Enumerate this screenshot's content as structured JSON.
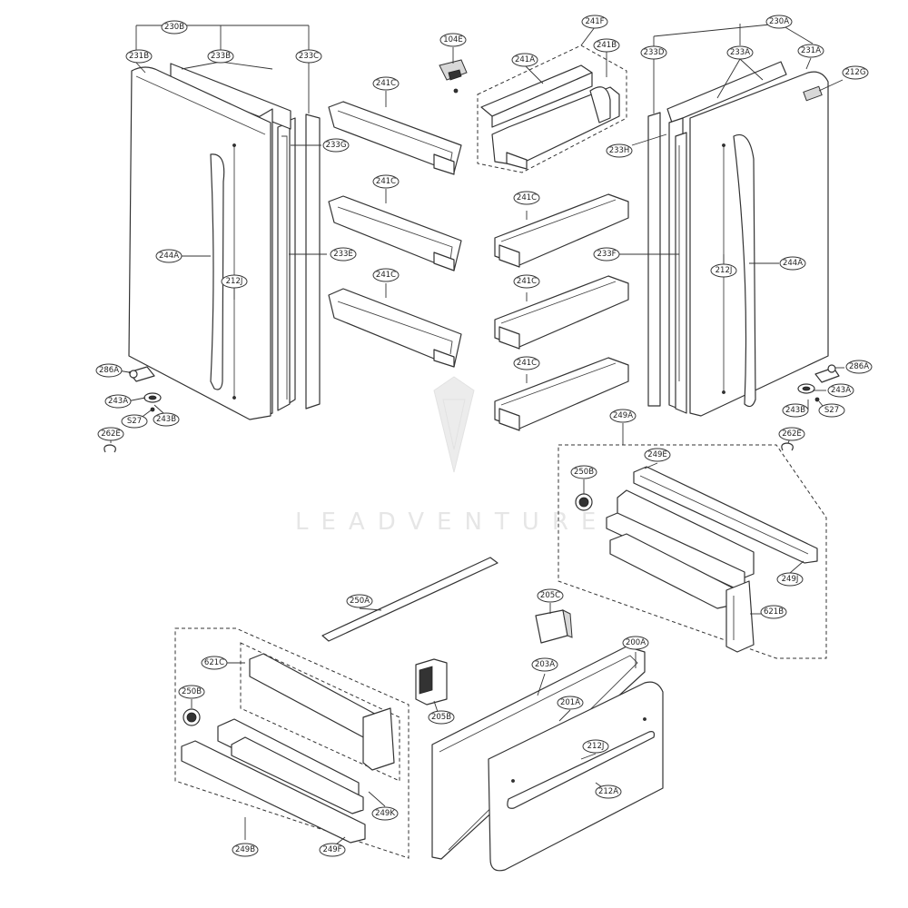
{
  "diagram": {
    "watermark_text": "LEADVENTURE",
    "colors": {
      "line": "#333333",
      "fill": "#ffffff",
      "watermark": "#e6e6e6"
    },
    "callouts": [
      "230B",
      "231B",
      "233B",
      "233C",
      "233G",
      "233E",
      "244A",
      "212J",
      "286A",
      "243A",
      "S27",
      "243B",
      "262E",
      "241C",
      "104E",
      "241F",
      "241A",
      "241B",
      "233H",
      "233D",
      "233A",
      "230A",
      "231A",
      "212G",
      "233F",
      "249A",
      "249E",
      "250B",
      "249J",
      "621B",
      "250A",
      "205C",
      "200A",
      "203A",
      "201A",
      "212A",
      "205B",
      "621C",
      "249K",
      "249F",
      "249B"
    ]
  }
}
